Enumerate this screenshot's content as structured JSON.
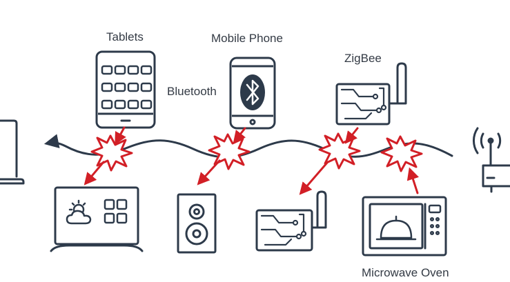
{
  "labels": {
    "tablets": "Tablets",
    "mobile_phone": "Mobile Phone",
    "zigbee": "ZigBee",
    "bluetooth": "Bluetooth",
    "microwave_oven": "Microwave Oven"
  },
  "colors": {
    "stroke": "#2d3a4a",
    "interference": "#d21f26",
    "background": "#ffffff"
  },
  "icons": [
    "laptop-icon",
    "tablet-icon",
    "mobile-phone-icon",
    "bluetooth-icon",
    "zigbee-module-icon",
    "wifi-router-icon",
    "smart-tv-icon",
    "speaker-icon",
    "microwave-oven-icon",
    "interference-burst-icon"
  ]
}
